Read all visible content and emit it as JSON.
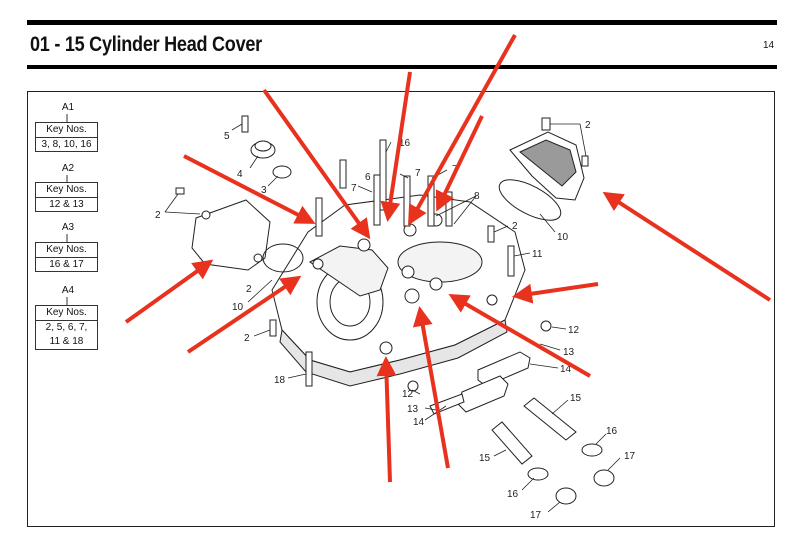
{
  "page": {
    "title": "01 - 15 Cylinder Head Cover",
    "page_number": "14"
  },
  "key_groups": [
    {
      "id": "A1",
      "header": "Key Nos.",
      "lines": [
        "3, 8, 10, 16"
      ]
    },
    {
      "id": "A2",
      "header": "Key Nos.",
      "lines": [
        "12 & 13"
      ]
    },
    {
      "id": "A3",
      "header": "Key Nos.",
      "lines": [
        "16 & 17"
      ]
    },
    {
      "id": "A4",
      "header": "Key Nos.",
      "lines": [
        "2, 5, 6, 7,",
        "11 & 18"
      ]
    }
  ],
  "callouts": [
    "5",
    "4",
    "3",
    "2",
    "16",
    "6",
    "7",
    "7",
    "7",
    "8",
    "2",
    "11",
    "10",
    "2",
    "10",
    "2",
    "12",
    "13",
    "14",
    "18",
    "12",
    "13",
    "14",
    "15",
    "15",
    "16",
    "16",
    "17",
    "17",
    "2"
  ],
  "colors": {
    "arrow": "#e8321e",
    "line": "#222222",
    "rule": "#000000"
  }
}
